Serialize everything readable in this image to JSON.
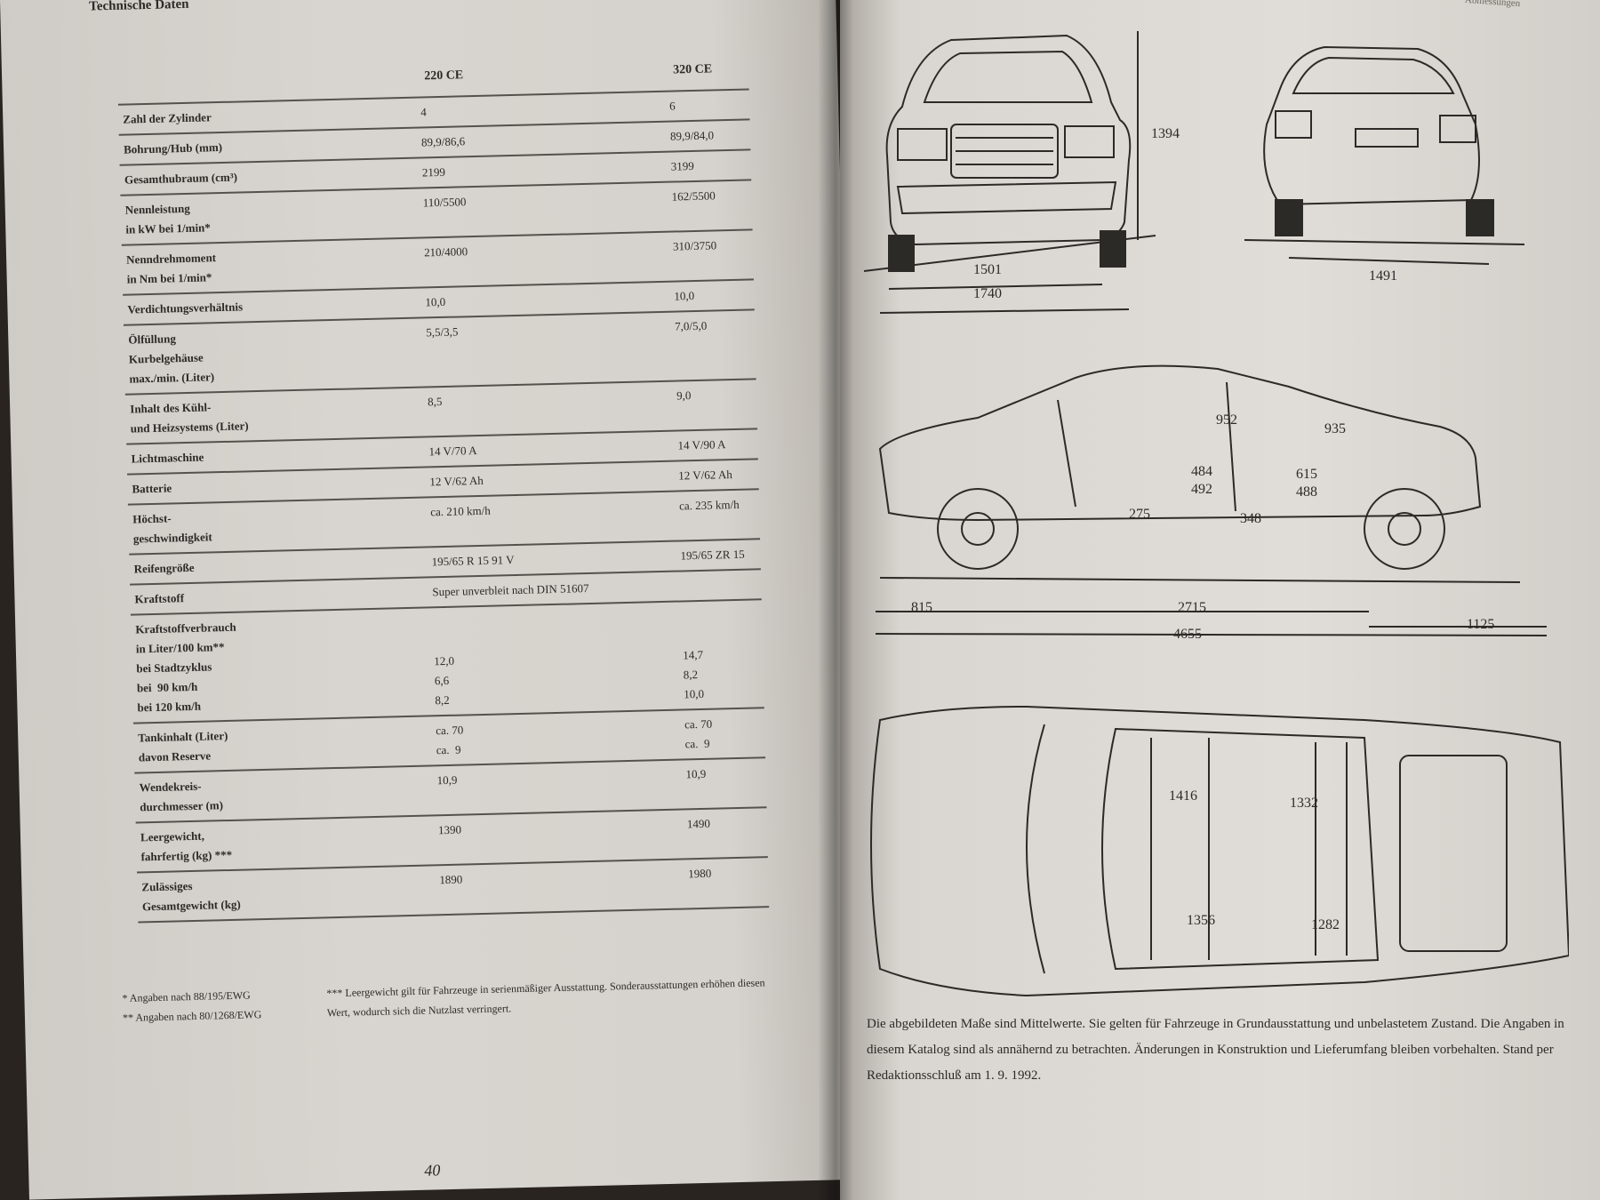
{
  "left_page": {
    "running_head": "Technische Daten",
    "page_number": "40",
    "columns": [
      "220 CE",
      "320 CE"
    ],
    "rows": [
      {
        "label": "Zahl der Zylinder",
        "v1": "4",
        "v2": "6"
      },
      {
        "label": "Bohrung/Hub (mm)",
        "v1": "89,9/86,6",
        "v2": "89,9/84,0"
      },
      {
        "label": "Gesamthubraum (cm³)",
        "v1": "2199",
        "v2": "3199"
      },
      {
        "label": "Nennleistung\nin kW bei 1/min*",
        "v1": "110/5500",
        "v2": "162/5500"
      },
      {
        "label": "Nenndrehmoment\nin Nm bei 1/min*",
        "v1": "210/4000",
        "v2": "310/3750"
      },
      {
        "label": "Verdichtungsverhältnis",
        "v1": "10,0",
        "v2": "10,0"
      },
      {
        "label": "Ölfüllung\nKurbelgehäuse\nmax./min. (Liter)",
        "v1": "5,5/3,5",
        "v2": "7,0/5,0"
      },
      {
        "label": "Inhalt des Kühl-\nund Heizsystems (Liter)",
        "v1": "8,5",
        "v2": "9,0"
      },
      {
        "label": "Lichtmaschine",
        "v1": "14 V/70 A",
        "v2": "14 V/90 A"
      },
      {
        "label": "Batterie",
        "v1": "12 V/62 Ah",
        "v2": "12 V/62 Ah"
      },
      {
        "label": "Höchst-\ngeschwindigkeit",
        "v1": "ca. 210 km/h",
        "v2": "ca. 235 km/h"
      },
      {
        "label": "Reifengröße",
        "v1": "195/65 R 15 91 V",
        "v2": "195/65 ZR 15"
      },
      {
        "label": "Kraftstoff",
        "v1": "Super unverbleit nach DIN 51607",
        "v2": ""
      },
      {
        "label": "Kraftstoffverbrauch\nin Liter/100 km**\nbei Stadtzyklus\nbei  90 km/h\nbei 120 km/h",
        "v1": "\n\n12,0\n6,6\n8,2",
        "v2": "\n\n14,7\n8,2\n10,0"
      },
      {
        "label": "Tankinhalt (Liter)\ndavon Reserve",
        "v1": "ca. 70\nca.  9",
        "v2": "ca. 70\nca.  9"
      },
      {
        "label": "Wendekreis-\ndurchmesser (m)",
        "v1": "10,9",
        "v2": "10,9"
      },
      {
        "label": "Leergewicht,\nfahrfertig (kg) ***",
        "v1": "1390",
        "v2": "1490"
      },
      {
        "label": "Zulässiges\nGesamtgewicht (kg)",
        "v1": "1890",
        "v2": "1980"
      }
    ],
    "footnotes_left": "* Angaben nach 88/195/EWG\n** Angaben nach 80/1268/EWG",
    "footnote_right": "*** Leergewicht gilt für Fahrzeuge in serienmäßiger Ausstattung. Sonderausstattungen erhöhen diesen Wert, wodurch sich die Nutzlast verringert."
  },
  "right_page": {
    "running_head": "Abmessungen",
    "front_view": {
      "height": "1394",
      "track": "1501",
      "width": "1740"
    },
    "rear_view": {
      "track": "1491"
    },
    "side_view": {
      "headroom_front": "952",
      "headroom_rear": "935",
      "a": "484",
      "b": "492",
      "c": "615",
      "d": "488",
      "seat_height": "275",
      "seat_depth": "348",
      "front_overhang": "815",
      "wheelbase": "2715",
      "rear_overhang": "1125",
      "length": "4655"
    },
    "top_view": {
      "front_shoulder": "1416",
      "rear_shoulder": "1332",
      "front_elbow": "1356",
      "rear_elbow": "1282"
    },
    "caption": "Die abgebildeten Maße sind Mittelwerte. Sie gelten für Fahrzeuge in Grundausstattung und unbelastetem Zustand. Die Angaben in diesem Katalog sind als annähernd zu betrachten. Änderungen in Konstruktion und Lieferumfang bleiben vorbehalten. Stand per Redaktionsschluß am 1. 9. 1992."
  }
}
